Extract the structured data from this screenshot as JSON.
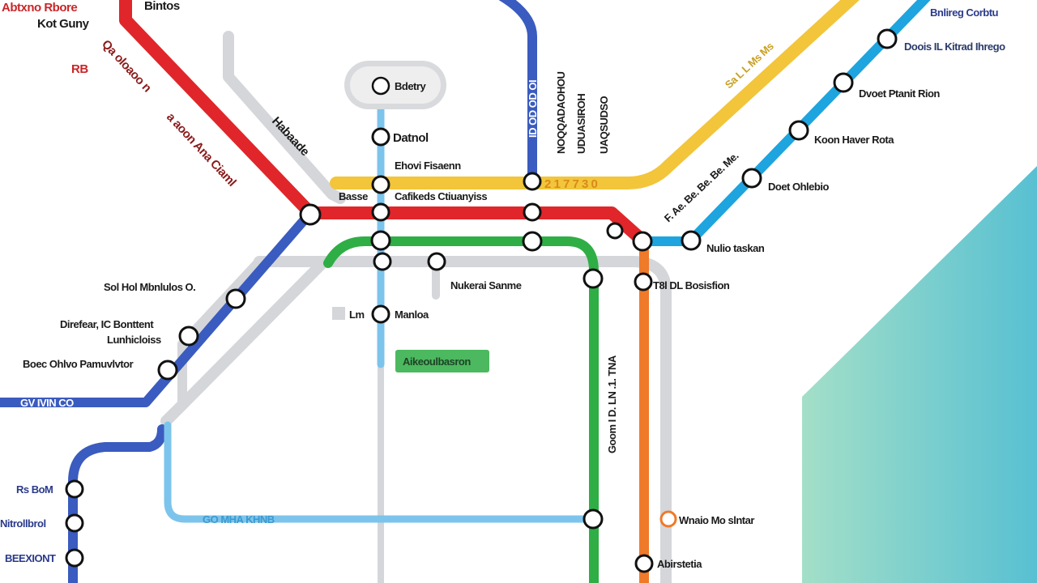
{
  "map": {
    "colors": {
      "red": "#e0262a",
      "blue": "#3a5bbf",
      "light_blue": "#7cc4ec",
      "cyan": "#1ea4de",
      "yellow": "#f2c53a",
      "green": "#2fae46",
      "orange": "#ef7a2a",
      "gray": "#d4d6da",
      "teal_from": "#a3dfc8",
      "teal_to": "#58c0d2"
    },
    "badge": {
      "icon": "station-icon",
      "label": "Bdetry"
    },
    "green_tag": "Aikeoulbasron",
    "labels": {
      "top_left_red": "Abtxno Rbore",
      "top_left_sub": "Kot Guny",
      "top_bintos": "Bintos",
      "red_rb": "RB",
      "red_diag_1": "Qa oloaoo n",
      "red_diag_2": "a aoon Ana Ciaml",
      "gray_diag": "Habaade",
      "datnol": "Datnol",
      "ehovi": "Ehovi Fisaenn",
      "basse": "Basse",
      "cafikeds": "Cafikeds Ctiuanyiss",
      "yellow_num": "2 1 7 7 3 0",
      "nukeral": "Nukerai Sanme",
      "lm": "Lm",
      "manlon": "Manloa",
      "sol": "Sol Hol Mbnlulos O.",
      "direfar_1": "Direfear, IC Bonttent",
      "direfar_2": "Lunhicloiss",
      "boec": "Boec Ohlvo Pamuvlvtor",
      "blue_line": "GV IVIN CO",
      "rs_bom": "Rs BoM",
      "nitrol": "Nitrollbrol",
      "bexiont": "BEEXIONT",
      "lightblue_line": "GO MHA KHNB",
      "top_right": "Bnlireg Corbtu",
      "doois": "Doois IL Kitrad Ihrego",
      "dvoet": "Dvoet Ptanit Rion",
      "koon": "Koon Haver Rota",
      "doet": "Doet Ohlebio",
      "nulio": "Nulio taskan",
      "tsl": "T8l DL Bosisfion",
      "wnaio": "Wnaio Mo slntar",
      "abiri": "Abirstetia",
      "green_vert": "Goom I D. LN .1. TNA",
      "vert_a": "NOQQADAOHOU",
      "vert_b": "UDUASIROH",
      "vert_c": "UAQSUDSO",
      "vert_blue": "ID OD OD OI",
      "yellow_diag": "Sa L L Ms Ms",
      "cyan_diag": "F. Ae. Be. Be. Be. Me."
    }
  }
}
